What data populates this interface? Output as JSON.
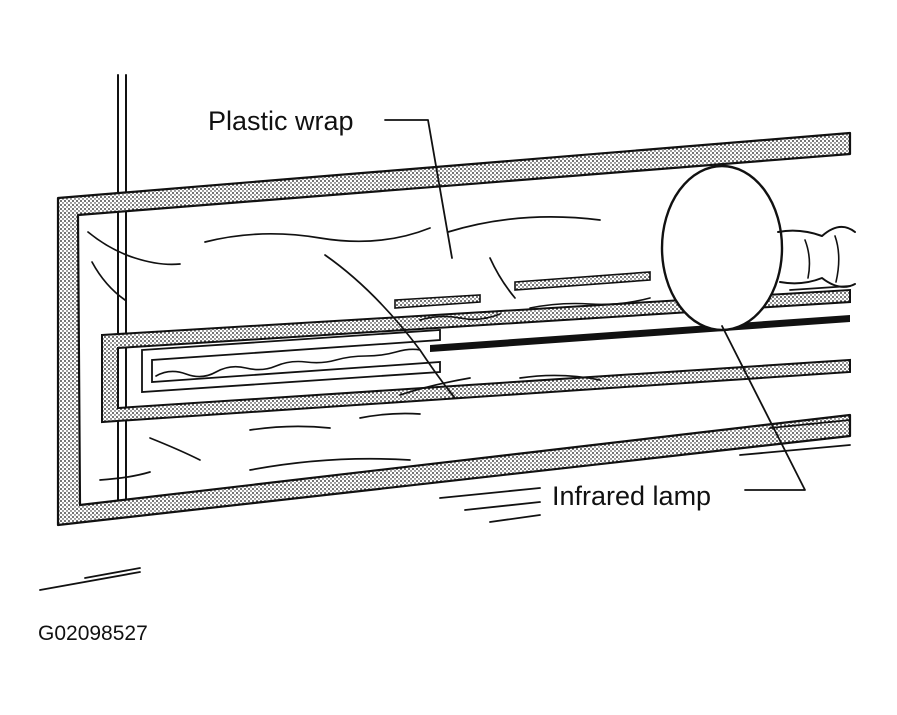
{
  "labels": {
    "plastic_wrap": "Plastic wrap",
    "infrared_lamp": "Infrared lamp"
  },
  "figure_code": "G02098527",
  "colors": {
    "ink": "#111111",
    "paper": "#ffffff"
  }
}
